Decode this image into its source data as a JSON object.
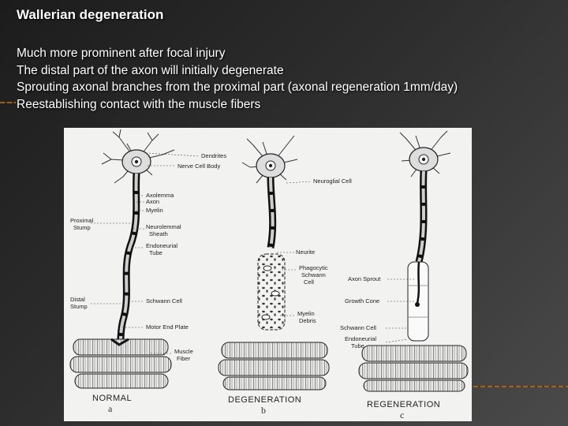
{
  "slide": {
    "title": "Wallerian degeneration",
    "bullets": [
      "Much more prominent after focal injury",
      "The distal part of the axon will initially degenerate",
      "Sprouting axonal branches from the proximal part (axonal regeneration 1mm/day)",
      "Reestablishing contact with the muscle fibers"
    ]
  },
  "figure": {
    "panels": [
      {
        "caption": "NORMAL",
        "letter": "a"
      },
      {
        "caption": "DEGENERATION",
        "letter": "b"
      },
      {
        "caption": "REGENERATION",
        "letter": "c"
      }
    ],
    "normal_labels": {
      "dendrites": "Dendrites",
      "cell_body": "Nerve Cell Body",
      "axolemma": "Axolemma",
      "axon": "Axon",
      "myelin": "Myelin",
      "neurolemmal_1": "Neurolemmal",
      "neurolemmal_2": "Sheath",
      "endoneurial_1": "Endoneurial",
      "endoneurial_2": "Tube",
      "schwann": "Schwann Cell",
      "motor_end": "Motor End Plate",
      "muscle_1": "Muscle",
      "muscle_2": "Fiber",
      "proximal_1": "Proximal",
      "proximal_2": "Stump",
      "distal_1": "Distal",
      "distal_2": "Stump"
    },
    "degeneration_labels": {
      "neuroglial": "Neuroglial Cell",
      "neurite": "Neurite",
      "phago_1": "Phagocytic",
      "phago_2": "Schwann",
      "phago_3": "Cell",
      "myelin_1": "Myelin",
      "myelin_2": "Debris"
    },
    "regeneration_labels": {
      "axon_sprout": "Axon Sprout",
      "growth_cone": "Growth Cone",
      "schwann": "Schwann Cell",
      "endoneurial_1": "Endoneurial",
      "endoneurial_2": "Tube"
    }
  },
  "colors": {
    "accent": "#b06a1a",
    "figure_bg": "#f2f2f0",
    "ink": "#222222"
  }
}
